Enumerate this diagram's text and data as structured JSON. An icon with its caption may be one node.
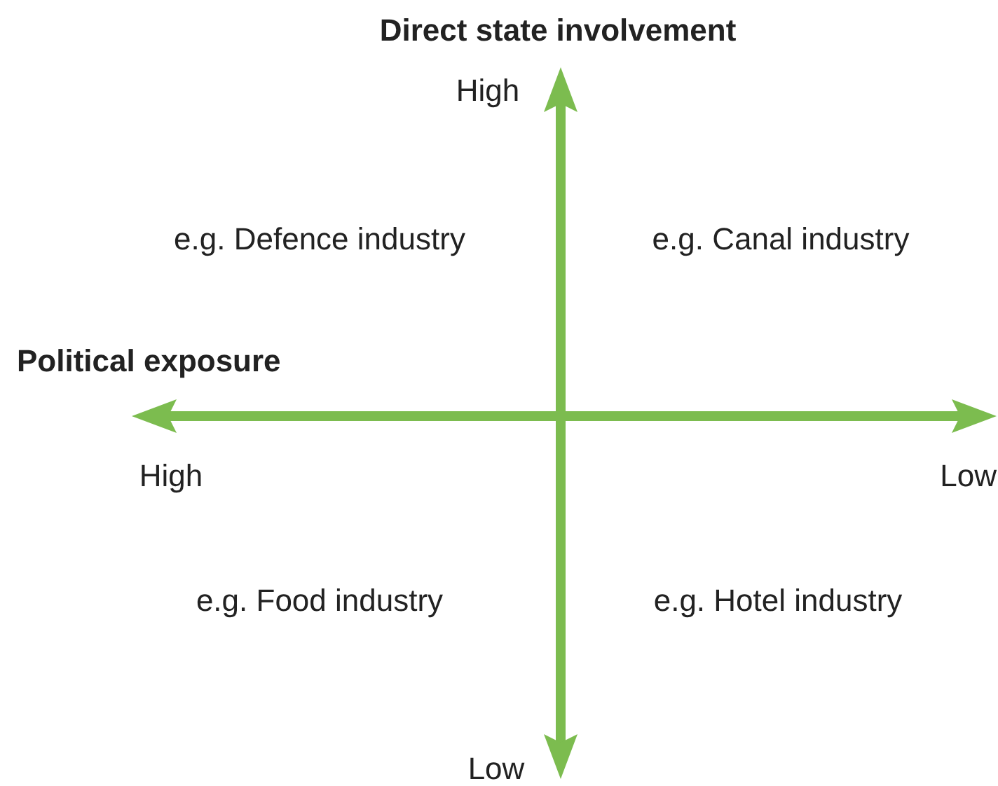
{
  "diagram": {
    "labels": [
      "Direct state involvement",
      "High",
      "e.g. Defence industry",
      "e.g. Canal industry",
      "Political exposure",
      "High",
      "Low",
      "e.g. Food industry",
      "e.g. Hotel industry",
      "Low"
    ]
  }
}
